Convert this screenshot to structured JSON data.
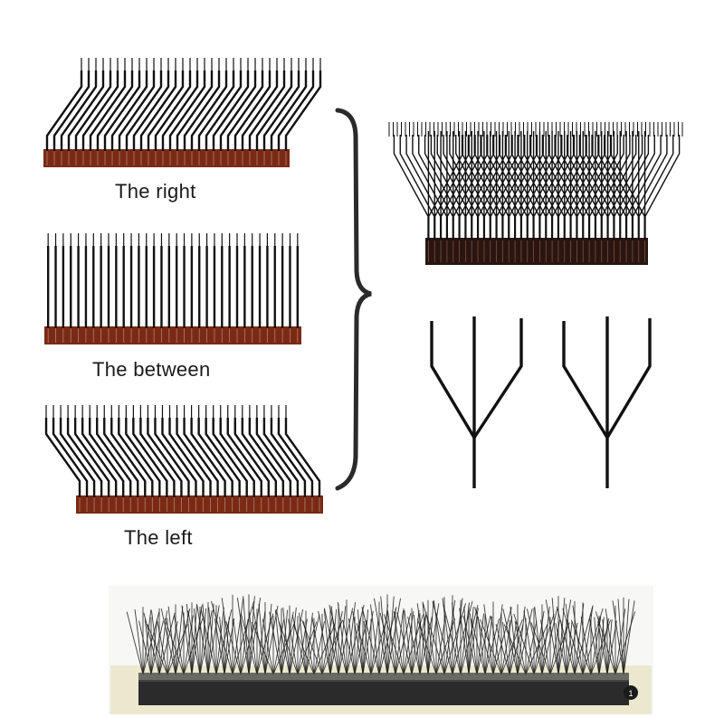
{
  "labels": {
    "right": "The right",
    "between": "The between",
    "left": "The left"
  },
  "photo_tray": {
    "tag_number": "1"
  },
  "colors": {
    "lash": "#111111",
    "band": "#7a2a14",
    "band_stripe": "#d7b7a8",
    "bracket": "#2a2a2a",
    "tray_card": "#ece8cf",
    "tray_strip": "#2b2b2b"
  },
  "icons": [
    "right-fan-icon",
    "straight-fan-icon",
    "left-fan-icon",
    "merged-fan-icon",
    "y-lash-icon",
    "y-lash-icon",
    "lash-tray-photo"
  ]
}
